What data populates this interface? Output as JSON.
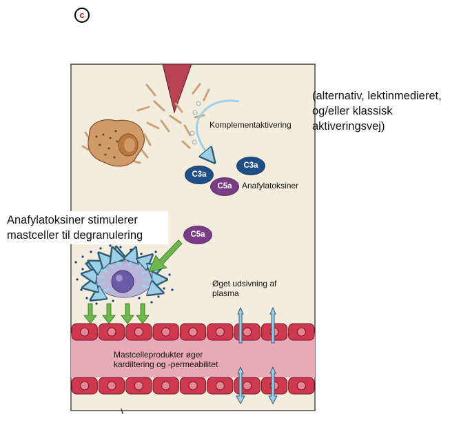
{
  "panel_letter": "c",
  "labels": {
    "complement_activation": "Komplementaktivering",
    "anaphylatoxins": "Anafylatoksiner",
    "increased_plasma": "Øget udsivning af plasma",
    "mast_products": "Mastcelleprodukter øger kardiltering og -permeabilitet"
  },
  "molecules": {
    "c3a_left": "C3a",
    "c3a_right": "C3a",
    "c5a_top": "C5a",
    "c5a_mid": "C5a"
  },
  "notes": {
    "pathways": "(alternativ, lektinmedieret, og/eller klassisk aktiveringsvej)",
    "stimulation": "Anafylatoksiner stimulerer mastceller til degranulering"
  },
  "colors": {
    "tissue": "#f3eddd",
    "vessel_lumen": "#e8aab6",
    "endothelial_cell": "#d0384f",
    "c3a": "#1f4f86",
    "c5a": "#7a3c86",
    "arrow_blue": "#9dd0e8",
    "arrow_green": "#6cb84a",
    "wound_wedge": "#b84152"
  }
}
